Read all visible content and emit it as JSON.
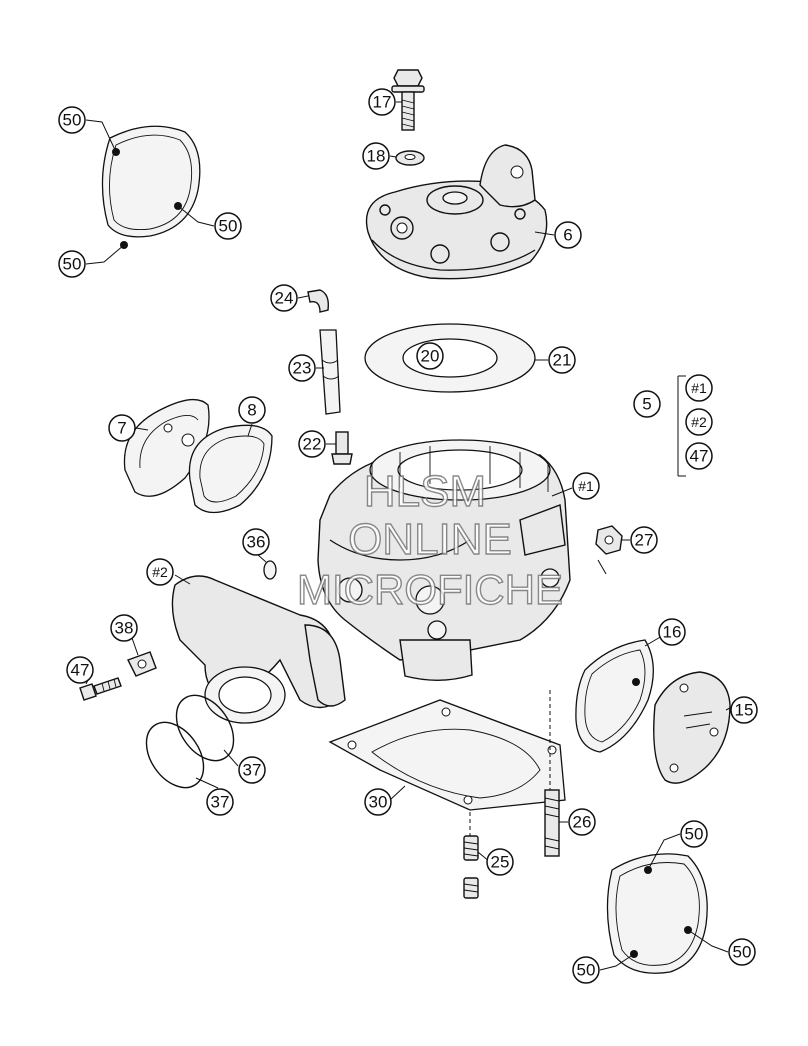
{
  "callouts": [
    {
      "label": "50"
    },
    {
      "label": "50"
    },
    {
      "label": "50"
    },
    {
      "label": "17"
    },
    {
      "label": "18"
    },
    {
      "label": "6"
    },
    {
      "label": "24"
    },
    {
      "label": "23"
    },
    {
      "label": "20"
    },
    {
      "label": "21"
    },
    {
      "label": "5"
    },
    {
      "label": "#1"
    },
    {
      "label": "#2"
    },
    {
      "label": "47"
    },
    {
      "label": "7"
    },
    {
      "label": "8"
    },
    {
      "label": "22"
    },
    {
      "label": "#1"
    },
    {
      "label": "36"
    },
    {
      "label": "27"
    },
    {
      "label": "#2"
    },
    {
      "label": "38"
    },
    {
      "label": "47"
    },
    {
      "label": "16"
    },
    {
      "label": "15"
    },
    {
      "label": "37"
    },
    {
      "label": "37"
    },
    {
      "label": "30"
    },
    {
      "label": "26"
    },
    {
      "label": "25"
    },
    {
      "label": "50"
    },
    {
      "label": "50"
    },
    {
      "label": "50"
    }
  ],
  "watermark": {
    "line1": "HLSM",
    "line2": "ONLINE",
    "line3": "MICROFICHE"
  }
}
